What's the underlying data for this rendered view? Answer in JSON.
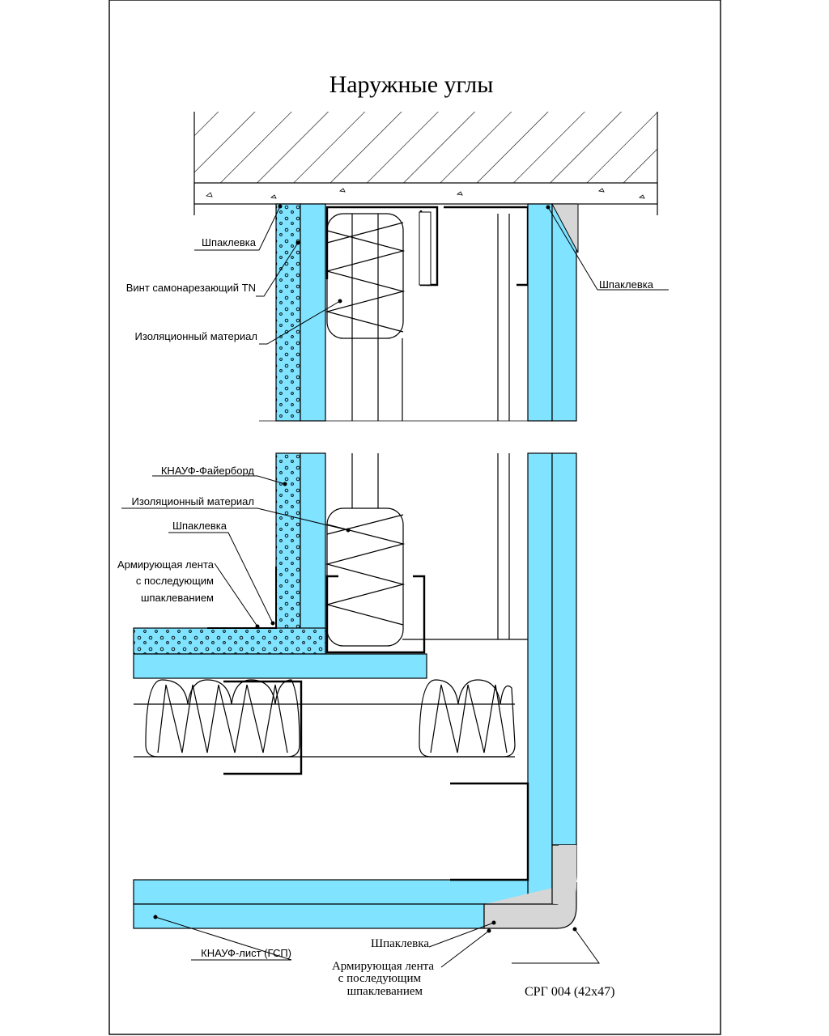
{
  "title": "Наружные углы",
  "drawing_code": "СРГ 004 (42х47)",
  "colors": {
    "board": "#80e3ff",
    "fireboard": "#80e3ff",
    "line": "#000000",
    "putty_corner": "#d6d6d6"
  },
  "labels": {
    "top": {
      "putty_left": "Шпаклевка",
      "screw": "Винт самонарезающий TN",
      "insulation": "Изоляционный материал",
      "putty_right": "Шпаклевка"
    },
    "middle": {
      "fireboard": "КНАУФ-Файерборд",
      "insulation": "Изоляционный материал",
      "putty": "Шпаклевка",
      "tape_line1": "Армирующая лента",
      "tape_line2": "с последующим",
      "tape_line3": "шпаклеванием"
    },
    "bottom": {
      "board": "КНАУФ-лист (ГСП)",
      "putty": "Шпаклевка",
      "tape_line1": "Армирующая лента",
      "tape_line2": "с последующим",
      "tape_line3": "шпаклеванием"
    }
  }
}
